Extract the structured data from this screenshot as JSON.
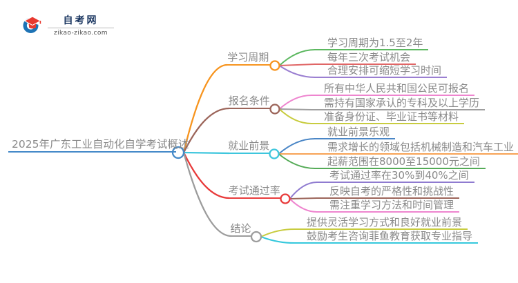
{
  "logo": {
    "title": "自考网",
    "domain": "zikao-zikao.com",
    "icon": "graduation-cap-icon",
    "colors": {
      "swoosh": "#1e73b5",
      "cap": "#e8392f",
      "title_text": "#17335e"
    }
  },
  "root": {
    "label": "2025年广东工业自动化自学考试概述",
    "color": "#4489c8"
  },
  "branches": [
    {
      "label": "学习周期",
      "color": "#f7941e",
      "children": [
        {
          "label": "学习周期为1.5至2年",
          "color": "#5cb860"
        },
        {
          "label": "每年三次考试机会",
          "color": "#e06666"
        },
        {
          "label": "合理安排可缩短学习时间",
          "color": "#9b7fd1"
        }
      ]
    },
    {
      "label": "报名条件",
      "color": "#9c655a",
      "children": [
        {
          "label": "所有中华人民共和国公民可报名",
          "color": "#ee85cf"
        },
        {
          "label": "需持有国家承认的专科及以上学历",
          "color": "#9e9e9e"
        },
        {
          "label": "准备身份证、毕业证书等材料",
          "color": "#c8cc3f"
        }
      ]
    },
    {
      "label": "就业前景",
      "color": "#3ec6dd",
      "children": [
        {
          "label": "就业前景乐观",
          "color": "#4a86c6"
        },
        {
          "label": "需求增长的领域包括机械制造和汽车工业",
          "color": "#f7a254"
        },
        {
          "label": "起薪范围在8000至15000元之间",
          "color": "#55ab57"
        }
      ]
    },
    {
      "label": "考试通过率",
      "color": "#e83a3a",
      "children": [
        {
          "label": "考试通过率在30%到40%之间",
          "color": "#8f7bd0"
        },
        {
          "label": "反映自考的严格性和挑战性",
          "color": "#9c655a"
        },
        {
          "label": "需注重学习方法和时间管理",
          "color": "#ee85cf"
        }
      ]
    },
    {
      "label": "结论",
      "color": "#9c9c9c",
      "children": [
        {
          "label": "提供灵活学习方式和良好就业前景",
          "color": "#c8cc3f"
        },
        {
          "label": "鼓励考生咨询菲鱼教育获取专业指导",
          "color": "#35c8dc"
        }
      ]
    }
  ]
}
